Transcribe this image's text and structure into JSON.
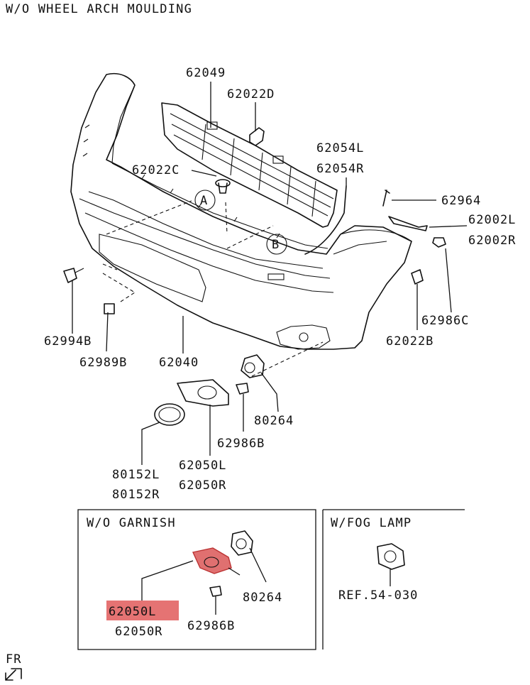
{
  "header": {
    "title": "W/O WHEEL ARCH MOULDING"
  },
  "colors": {
    "highlight": "#e57373",
    "line": "#111111",
    "background": "#ffffff"
  },
  "parts": {
    "p62049": "62049",
    "p62022D": "62022D",
    "p62054L": "62054L",
    "p62054R": "62054R",
    "p62022C": "62022C",
    "p62964": "62964",
    "p62002L": "62002L",
    "p62002R": "62002R",
    "p62986C": "62986C",
    "p62022B": "62022B",
    "p62994B": "62994B",
    "p62989B": "62989B",
    "p62040": "62040",
    "p80264": "80264",
    "p62986B": "62986B",
    "p62050L": "62050L",
    "p62050R": "62050R",
    "p80152L": "80152L",
    "p80152R": "80152R"
  },
  "callouts": {
    "a": "A",
    "b": "B"
  },
  "inset_garnish": {
    "title": "W/O GARNISH",
    "p62050L": "62050L",
    "p62050R": "62050R",
    "p80264": "80264",
    "p62986B": "62986B"
  },
  "inset_fog": {
    "title": "W/FOG LAMP",
    "ref": "REF.54-030"
  },
  "direction": {
    "label": "FR"
  }
}
